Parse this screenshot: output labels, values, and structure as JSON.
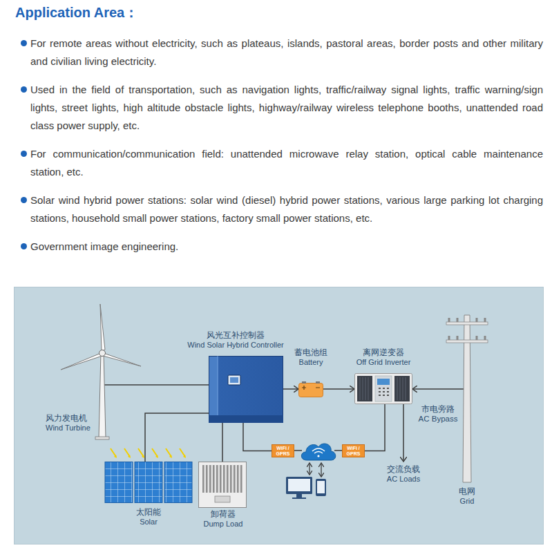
{
  "diagram": {
    "title": "Application Area：",
    "nodes": [
      {
        "text": [
          "风力发电机",
          "Wind Turbine"
        ]
      },
      {
        "text": [
          "风光互补控制器",
          "Wind Solar Hybrid Controller"
        ]
      },
      {
        "text": [
          "蓄电池组",
          "Battery"
        ]
      },
      {
        "text": [
          "离网逆变器",
          "Off Grid Inverter"
        ]
      },
      {
        "text": [
          "电网",
          "Grid"
        ]
      },
      {
        "text": [
          "交流负载",
          "AC Loads"
        ]
      },
      {
        "text": [
          "太阳能",
          "Solar"
        ]
      },
      {
        "text": [
          "卸荷器",
          "Dump Load"
        ]
      },
      {
        "text": [
          "WiFi / GPRS"
        ]
      },
      {
        "text": [
          "WiFi / GPRS"
        ]
      }
    ],
    "edges": [
      {
        "from": 0,
        "to": 1,
        "arrow": "none"
      },
      {
        "from": 6,
        "to": 1,
        "arrow": "none"
      },
      {
        "from": 7,
        "to": 1,
        "arrow": "none"
      },
      {
        "from": 1,
        "to": 2,
        "arrow": "to"
      },
      {
        "from": 2,
        "to": 3,
        "arrow": "to"
      },
      {
        "from": 4,
        "to": 3,
        "label": "市电旁路 AC Bypass",
        "arrow": "to"
      },
      {
        "from": 3,
        "to": 5,
        "arrow": "to"
      },
      {
        "from": 1,
        "to": 8,
        "arrow": "none"
      },
      {
        "from": 9,
        "to": 3,
        "arrow": "none"
      }
    ],
    "labels": [
      "For remote areas without electricity, such as plateaus, islands, pastoral areas, border posts and other military and civilian living electricity.",
      "Used in the field of transportation, such as navigation lights, traffic/railway signal lights, traffic warning/sign lights, street lights, high altitude obstacle lights, highway/railway wireless telephone booths, unattended road class power supply, etc.",
      "For communication/communication field: unattended microwave relay station, optical cable maintenance station, etc.",
      "Solar wind hybrid power stations: solar wind (diesel) hybrid power stations, various large parking lot charging stations, household small power stations, factory small power stations, etc.",
      "Government image engineering."
    ]
  }
}
